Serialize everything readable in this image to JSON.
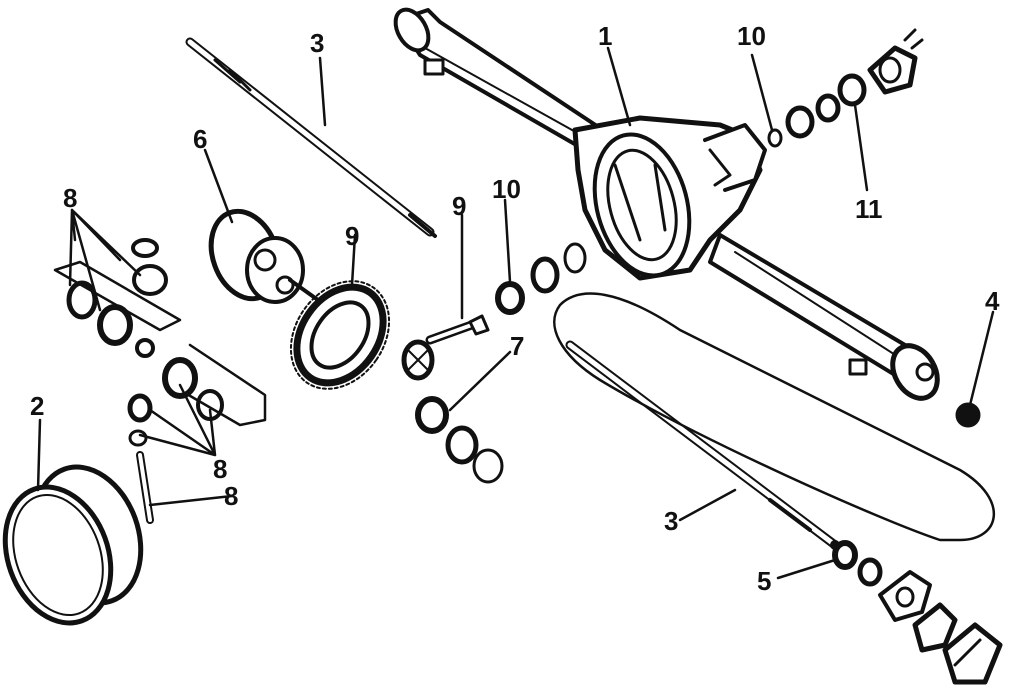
{
  "diagram": {
    "colors": {
      "ink": "#111111",
      "paper": "#ffffff"
    },
    "callouts": [
      {
        "id": "c1",
        "label": "1"
      },
      {
        "id": "c2",
        "label": "2"
      },
      {
        "id": "c3a",
        "label": "3"
      },
      {
        "id": "c3b",
        "label": "3"
      },
      {
        "id": "c4",
        "label": "4"
      },
      {
        "id": "c5",
        "label": "5"
      },
      {
        "id": "c6",
        "label": "6"
      },
      {
        "id": "c7",
        "label": "7"
      },
      {
        "id": "c8a",
        "label": "8"
      },
      {
        "id": "c8b",
        "label": "8"
      },
      {
        "id": "c8c",
        "label": "8"
      },
      {
        "id": "c9a",
        "label": "9"
      },
      {
        "id": "c9b",
        "label": "9"
      },
      {
        "id": "c10a",
        "label": "10"
      },
      {
        "id": "c10b",
        "label": "10"
      },
      {
        "id": "c11",
        "label": "11"
      }
    ]
  }
}
